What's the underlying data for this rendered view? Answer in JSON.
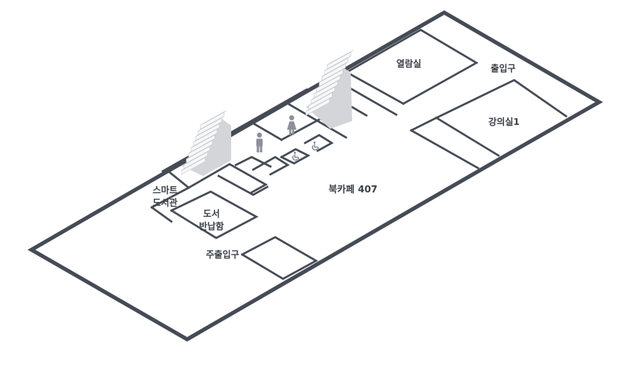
{
  "floor": {
    "rooms": {
      "reading_room": "열람실",
      "entrance": "출입구",
      "lecture_room": "강의실1",
      "book_cafe": "북카페 407",
      "smart_library_line1": "스마트",
      "smart_library_line2": "도서관",
      "book_return_line1": "도서",
      "book_return_line2": "반납함",
      "main_entrance": "주출입구"
    },
    "icons": {
      "stairs": "stairs-icon",
      "male_restroom": "male-restroom-icon",
      "female_restroom": "female-restroom-icon",
      "wheelchair": "wheelchair-icon"
    }
  },
  "colors": {
    "wall": "#454b55",
    "text": "#3b4048",
    "icon": "#8c9098",
    "stairs": "#d3d5d9",
    "background": "#ffffff"
  }
}
